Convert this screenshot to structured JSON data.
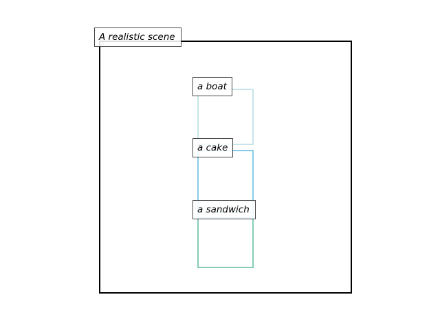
{
  "scene": {
    "title": "A realistic scene",
    "frame_color": "#000000"
  },
  "objects": [
    {
      "label": "a boat",
      "color": "#c6e4ea"
    },
    {
      "label": "a cake",
      "color": "#87cbe8"
    },
    {
      "label": "a sandwich",
      "color": "#86cbb6"
    }
  ]
}
